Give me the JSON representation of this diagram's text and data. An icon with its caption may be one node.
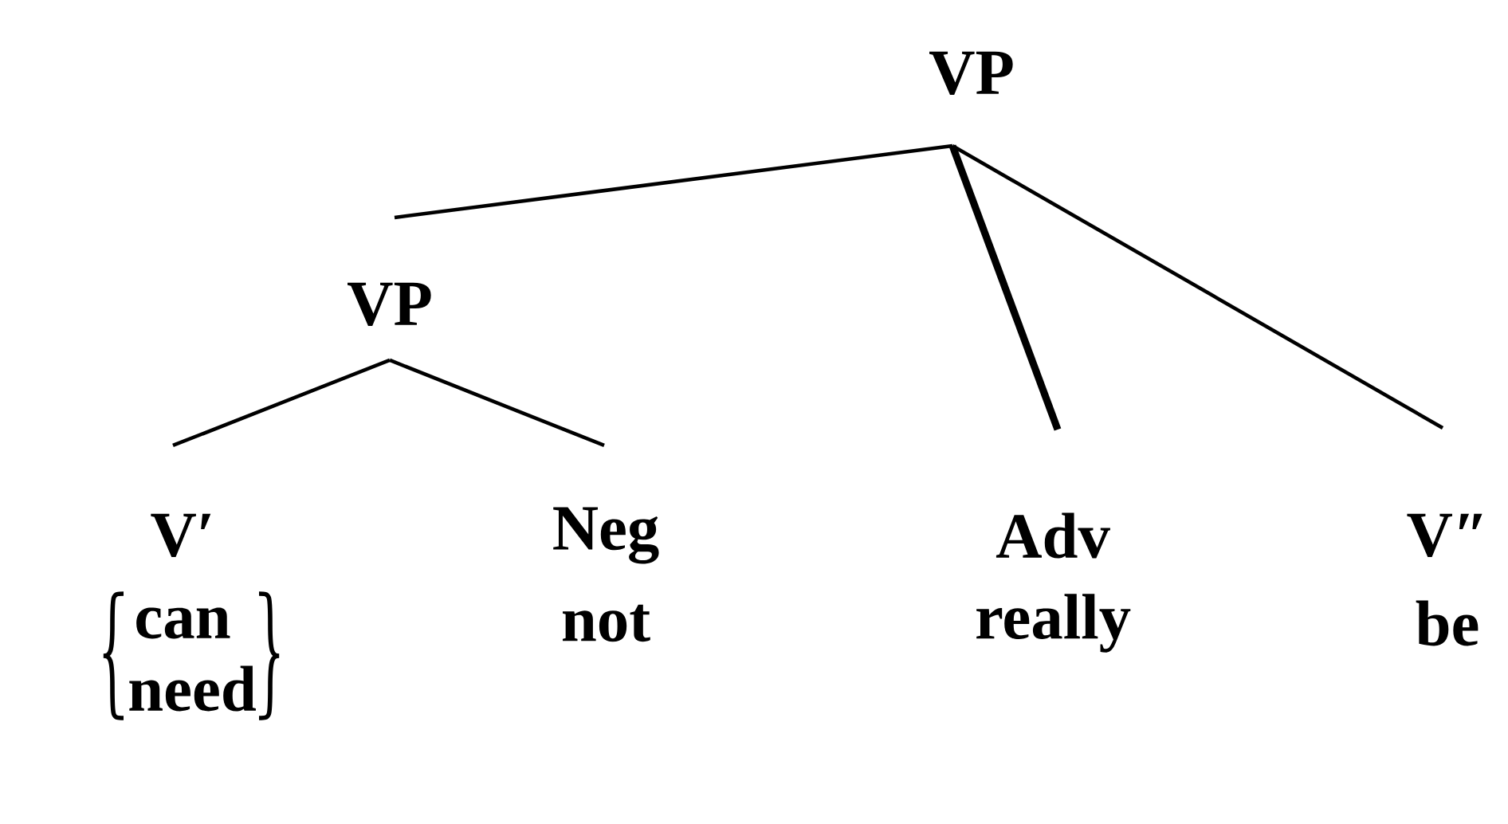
{
  "diagram": {
    "nodes": [
      {
        "text": [
          "VP"
        ]
      },
      {
        "text": [
          "VP"
        ]
      },
      {
        "text": [
          "V′"
        ],
        "beside": [
          "can",
          "need"
        ]
      },
      {
        "text": [
          "Neg"
        ],
        "beside": [
          "not"
        ]
      },
      {
        "text": [
          "Adv"
        ],
        "beside": [
          "really"
        ]
      },
      {
        "text": [
          "V″"
        ],
        "beside": [
          "be"
        ]
      }
    ],
    "edges": [
      {
        "from": 0,
        "to": 1,
        "arrow": "none"
      },
      {
        "from": 0,
        "to": 4,
        "arrow": "none",
        "style": "thick"
      },
      {
        "from": 0,
        "to": 5,
        "arrow": "none"
      },
      {
        "from": 1,
        "to": 2,
        "arrow": "none"
      },
      {
        "from": 1,
        "to": 3,
        "arrow": "none"
      }
    ]
  }
}
